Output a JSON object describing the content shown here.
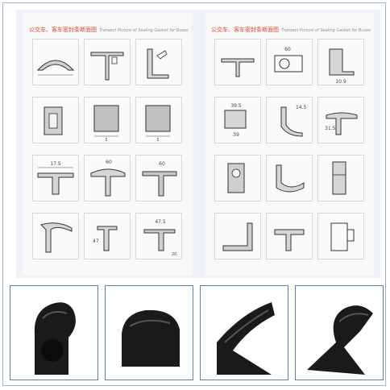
{
  "pages": [
    {
      "title_cn": "公交车、客车密封条断面图",
      "title_en": "Transect Picture of Sealing Gasket for Buses"
    },
    {
      "title_cn": "公交车、客车密封条断面图",
      "title_en": "Transect Picture of Sealing Gasket for Buses"
    }
  ],
  "drawing_colors": {
    "line": "#333333",
    "hatch": "#777777",
    "dim": "#444444"
  },
  "dimension_labels": {
    "l1": "5",
    "l2": "5",
    "l3": "17.5",
    "l4": "60",
    "l5": "60",
    "l6": "47",
    "l7": "47.5",
    "l8": "20",
    "r1": "60",
    "r2": "10.9",
    "r3": "39.5",
    "r4": "39",
    "r5": "14.5",
    "r6": "31.5"
  },
  "photo_color": "#1a1a1a"
}
